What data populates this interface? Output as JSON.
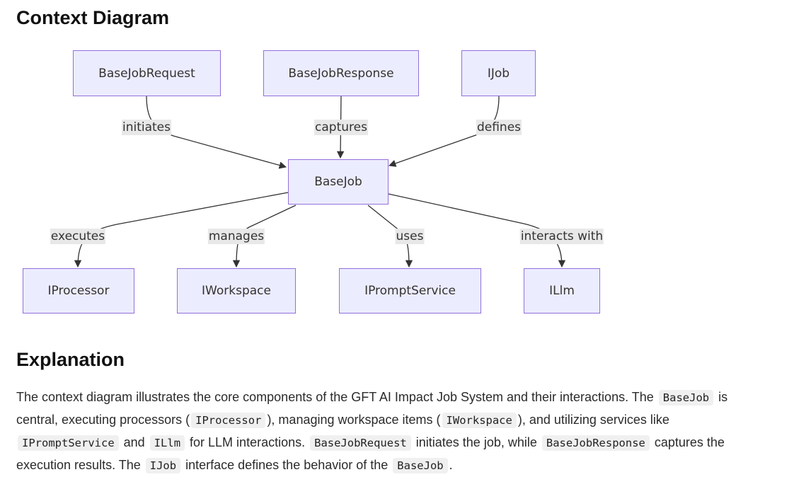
{
  "headings": {
    "context": "Context Diagram",
    "explanation": "Explanation"
  },
  "colors": {
    "node_fill": "#ECECFF",
    "node_stroke": "#9370DB",
    "edge": "#333333",
    "label_bg": "#e8e8e8"
  },
  "nodes": {
    "req": "BaseJobRequest",
    "resp": "BaseJobResponse",
    "ijob": "IJob",
    "basejob": "BaseJob",
    "proc": "IProcessor",
    "ws": "IWorkspace",
    "prompt": "IPromptService",
    "llm": "ILlm"
  },
  "edges": {
    "initiates": "initiates",
    "captures": "captures",
    "defines": "defines",
    "executes": "executes",
    "manages": "manages",
    "uses": "uses",
    "interacts": "interacts with"
  },
  "paragraph": [
    [
      {
        "t": "The context diagram illustrates the core components of the GFT AI Impact Job System and their interactions. The "
      },
      {
        "c": "BaseJob"
      },
      {
        "t": " is"
      }
    ],
    [
      {
        "t": "central, executing processors ("
      },
      {
        "c": "IProcessor"
      },
      {
        "t": "), managing workspace items ("
      },
      {
        "c": "IWorkspace"
      },
      {
        "t": "), and utilizing services like"
      }
    ],
    [
      {
        "c": "IPromptService"
      },
      {
        "t": " and "
      },
      {
        "c": "ILlm"
      },
      {
        "t": " for LLM interactions. "
      },
      {
        "c": "BaseJobRequest"
      },
      {
        "t": " initiates the job, while "
      },
      {
        "c": "BaseJobResponse"
      },
      {
        "t": " captures the"
      }
    ],
    [
      {
        "t": "execution results. The "
      },
      {
        "c": "IJob"
      },
      {
        "t": " interface defines the behavior of the "
      },
      {
        "c": "BaseJob"
      },
      {
        "t": "."
      }
    ]
  ]
}
